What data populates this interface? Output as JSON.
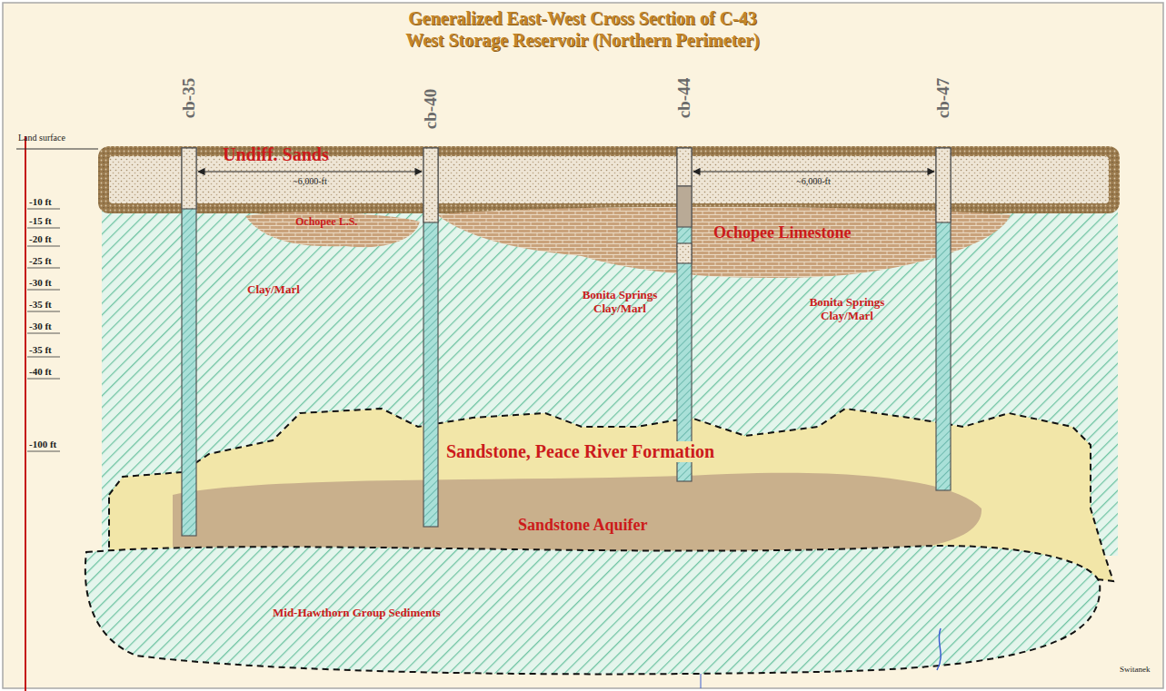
{
  "diagram": {
    "title": "Generalized East-West Cross Section of C-43 West Storage Reservoir (Northern Perimeter)",
    "labels": [
      "Land surface",
      "cb-35",
      "cb-40",
      "cb-44",
      "cb-47",
      "-10 ft",
      "-15 ft",
      "-20 ft",
      "-25 ft",
      "-30 ft",
      "-35 ft",
      "-30 ft",
      "-35 ft",
      "-40 ft",
      "-100 ft",
      "Undiff. Sands",
      "~6,000-ft",
      "~6,000-ft",
      "Ochopee L.S.",
      "Ochopee Limestone",
      "Clay/Marl",
      "Bonita Springs Clay/Marl",
      "Bonita Springs Clay/Marl",
      "Sandstone, Peace River Formation",
      "Sandstone Aquifer",
      "Mid-Hawthorn Group Sediments",
      "Switanek"
    ]
  }
}
